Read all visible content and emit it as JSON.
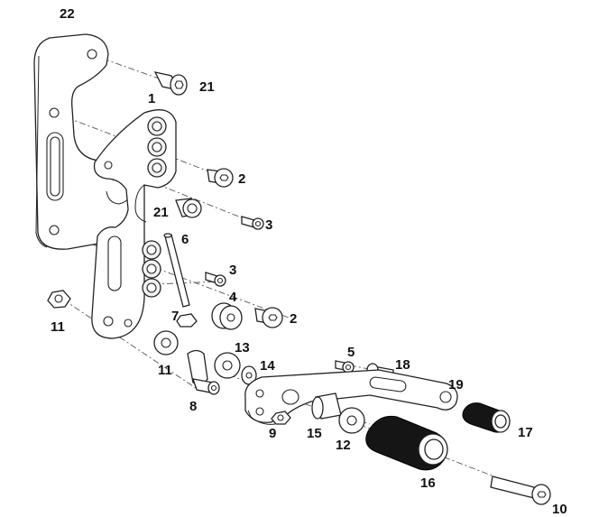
{
  "diagram": {
    "type": "exploded-parts-view",
    "callouts": [
      {
        "id": "c1",
        "text": "1"
      },
      {
        "id": "c2a",
        "text": "2"
      },
      {
        "id": "c2b",
        "text": "2"
      },
      {
        "id": "c3a",
        "text": "3"
      },
      {
        "id": "c3b",
        "text": "3"
      },
      {
        "id": "c4",
        "text": "4"
      },
      {
        "id": "c5",
        "text": "5"
      },
      {
        "id": "c6",
        "text": "6"
      },
      {
        "id": "c7",
        "text": "7"
      },
      {
        "id": "c8",
        "text": "8"
      },
      {
        "id": "c9",
        "text": "9"
      },
      {
        "id": "c10",
        "text": "10"
      },
      {
        "id": "c11a",
        "text": "11"
      },
      {
        "id": "c11b",
        "text": "11"
      },
      {
        "id": "c12",
        "text": "12"
      },
      {
        "id": "c13",
        "text": "13"
      },
      {
        "id": "c14",
        "text": "14"
      },
      {
        "id": "c15",
        "text": "15"
      },
      {
        "id": "c16",
        "text": "16"
      },
      {
        "id": "c17",
        "text": "17"
      },
      {
        "id": "c18",
        "text": "18"
      },
      {
        "id": "c19",
        "text": "19"
      },
      {
        "id": "c21a",
        "text": "21"
      },
      {
        "id": "c21b",
        "text": "21"
      },
      {
        "id": "c22",
        "text": "22"
      }
    ]
  }
}
